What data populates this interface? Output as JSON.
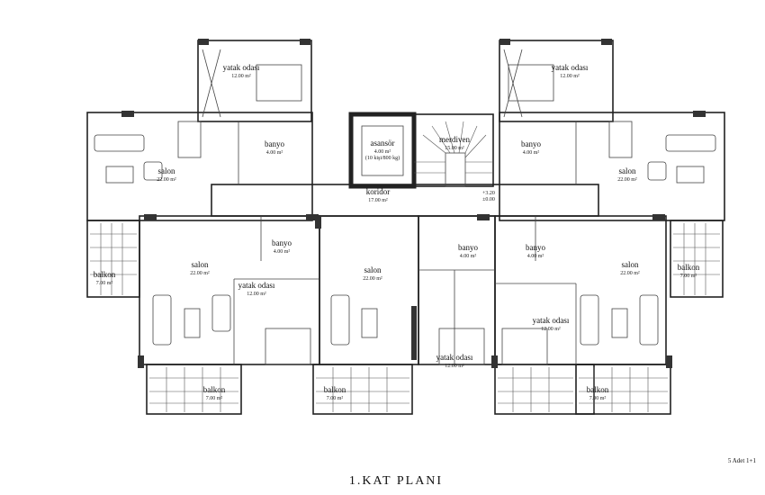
{
  "title": "1.KAT PLANI",
  "unit_note": "5 Adet 1+1",
  "elevation": {
    "upper": "+3.20",
    "lower": "±0.00"
  },
  "rooms": {
    "top_left_bedroom": {
      "name": "yatak odası",
      "area": "12.00 m²"
    },
    "top_right_bedroom": {
      "name": "yatak odası",
      "area": "12.00 m²"
    },
    "top_left_bath": {
      "name": "banyo",
      "area": "4.00 m²"
    },
    "top_right_bath": {
      "name": "banyo",
      "area": "4.00 m²"
    },
    "top_left_salon": {
      "name": "salon",
      "area": "22.00 m²"
    },
    "top_right_salon": {
      "name": "salon",
      "area": "22.00 m²"
    },
    "elevator": {
      "name": "asansör",
      "area": "4.00 m²",
      "capacity": "(10 kişi/800 kg)"
    },
    "stairs": {
      "name": "merdiven",
      "area": "15.00 m²"
    },
    "corridor": {
      "name": "koridor",
      "area": "17.00 m²"
    },
    "bl_bath": {
      "name": "banyo",
      "area": "4.00 m²"
    },
    "bm_bath": {
      "name": "banyo",
      "area": "4.00 m²"
    },
    "br_bath": {
      "name": "banyo",
      "area": "4.00 m²"
    },
    "bl_salon": {
      "name": "salon",
      "area": "22.00 m²"
    },
    "bm_salon": {
      "name": "salon",
      "area": "22.00 m²"
    },
    "br_salon": {
      "name": "salon",
      "area": "22.00 m²"
    },
    "bl_bedroom": {
      "name": "yatak odası",
      "area": "12.00 m²"
    },
    "bm_bedroom": {
      "name": "yatak odası",
      "area": "12.00 m²"
    },
    "br_bedroom": {
      "name": "yatak odası",
      "area": "12.00 m²"
    },
    "left_balcony": {
      "name": "balkon",
      "area": "7.00 m²"
    },
    "right_balcony": {
      "name": "balkon",
      "area": "7.00 m²"
    },
    "bl_balcony": {
      "name": "balkon",
      "area": "7.00 m²"
    },
    "bm_balcony": {
      "name": "balkon",
      "area": "7.00 m²"
    },
    "br_balcony": {
      "name": "balkon",
      "area": "7.00 m²"
    }
  }
}
